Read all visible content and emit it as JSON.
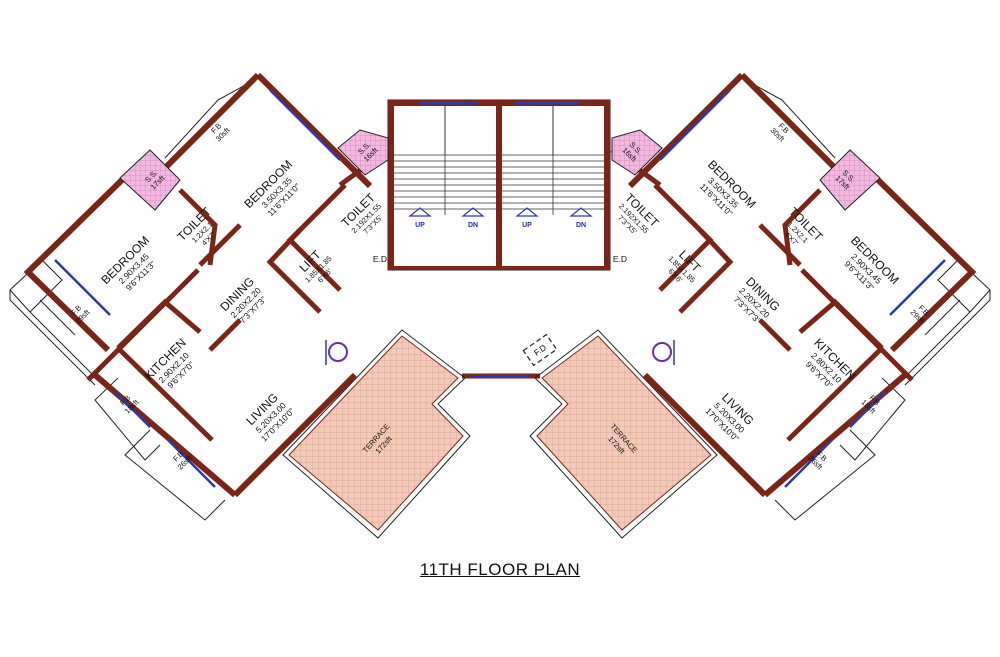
{
  "title": "11TH FLOOR PLAN",
  "colors": {
    "wall": "#7b2418",
    "window": "#2c3aa8",
    "terrace_fill": "#f3c9b8",
    "sunk_fill": "#f2b8e2",
    "line": "#222222"
  },
  "stair": {
    "up": "UP",
    "dn": "DN"
  },
  "lobby": {
    "ed": "E.D",
    "fd": "F.D"
  },
  "left_wing": {
    "bedroom_main": {
      "name": "BEDROOM",
      "metric": "3.50X3.35",
      "imperial": "11'6\"X11'0\""
    },
    "bedroom_2": {
      "name": "BEDROOM",
      "metric": "2.90X3.45",
      "imperial": "9'6\"X11'3\""
    },
    "toilet_small": {
      "name": "TOILET",
      "metric": "1.2X2.1",
      "imperial": "4'X7'"
    },
    "toilet": {
      "name": "TOILET",
      "metric": "2.192X1.55",
      "imperial": "7'3\"X5'"
    },
    "dining": {
      "name": "DINING",
      "metric": "2.20X2.20",
      "imperial": "7'3\"X7'3\""
    },
    "kitchen": {
      "name": "KITCHEN",
      "metric": "2.90X2.10",
      "imperial": "9'6\"X7'0\""
    },
    "living": {
      "name": "LIVING",
      "metric": "5.20X3.00",
      "imperial": "17'0\"X10'0\""
    },
    "lift": {
      "name": "LIFT",
      "metric": "1.85X1.85",
      "imperial": "6'X6'"
    },
    "terrace": {
      "name": "TERRACE",
      "area": "172sft"
    },
    "ss_top": {
      "name": "S.S.",
      "area": "16sft"
    },
    "ss_side": {
      "name": "S.S.",
      "area": "17sft"
    },
    "fb_top": {
      "name": "F.B",
      "area": "30sft"
    },
    "fb_left": {
      "name": "F.B",
      "area": "29sft"
    },
    "fb_kitchen": {
      "name": "F.B",
      "area": "18sft"
    },
    "fb_living": {
      "name": "F.B",
      "area": "26sft"
    }
  },
  "right_wing": {
    "bedroom_main": {
      "name": "BEDROOM",
      "metric": "3.50X3.35",
      "imperial": "11'6\"X11'0\""
    },
    "bedroom_2": {
      "name": "BEDROOM",
      "metric": "2.90X3.45",
      "imperial": "9'6\"X11'3\""
    },
    "toilet_small": {
      "name": "TOILET",
      "metric": "1.2X2.1",
      "imperial": "4'X7'"
    },
    "toilet": {
      "name": "TOILET",
      "metric": "2.192X1.55",
      "imperial": "7'3\"X5'"
    },
    "dining": {
      "name": "DINING",
      "metric": "2.20X2.20",
      "imperial": "7'3\"X7'3\""
    },
    "kitchen": {
      "name": "KITCHEN",
      "metric": "2.80X2.10",
      "imperial": "9'6\"X7'0\""
    },
    "living": {
      "name": "LIVING",
      "metric": "5.20X3.00",
      "imperial": "17'0\"X10'0\""
    },
    "lift": {
      "name": "LIFT",
      "metric": "1.85X1.85",
      "imperial": "6'X6'"
    },
    "terrace": {
      "name": "TERRACE",
      "area": "172sft"
    },
    "ss_top": {
      "name": "S.S.",
      "area": "16sft"
    },
    "ss_side": {
      "name": "S.S.",
      "area": "17sft"
    },
    "fb_top": {
      "name": "F.B",
      "area": "30sft"
    },
    "fb_right": {
      "name": "F.B",
      "area": "29sft"
    },
    "fb_kitchen": {
      "name": "F.B",
      "area": "18sft"
    },
    "fb_living": {
      "name": "F.B",
      "area": "26sft"
    }
  }
}
